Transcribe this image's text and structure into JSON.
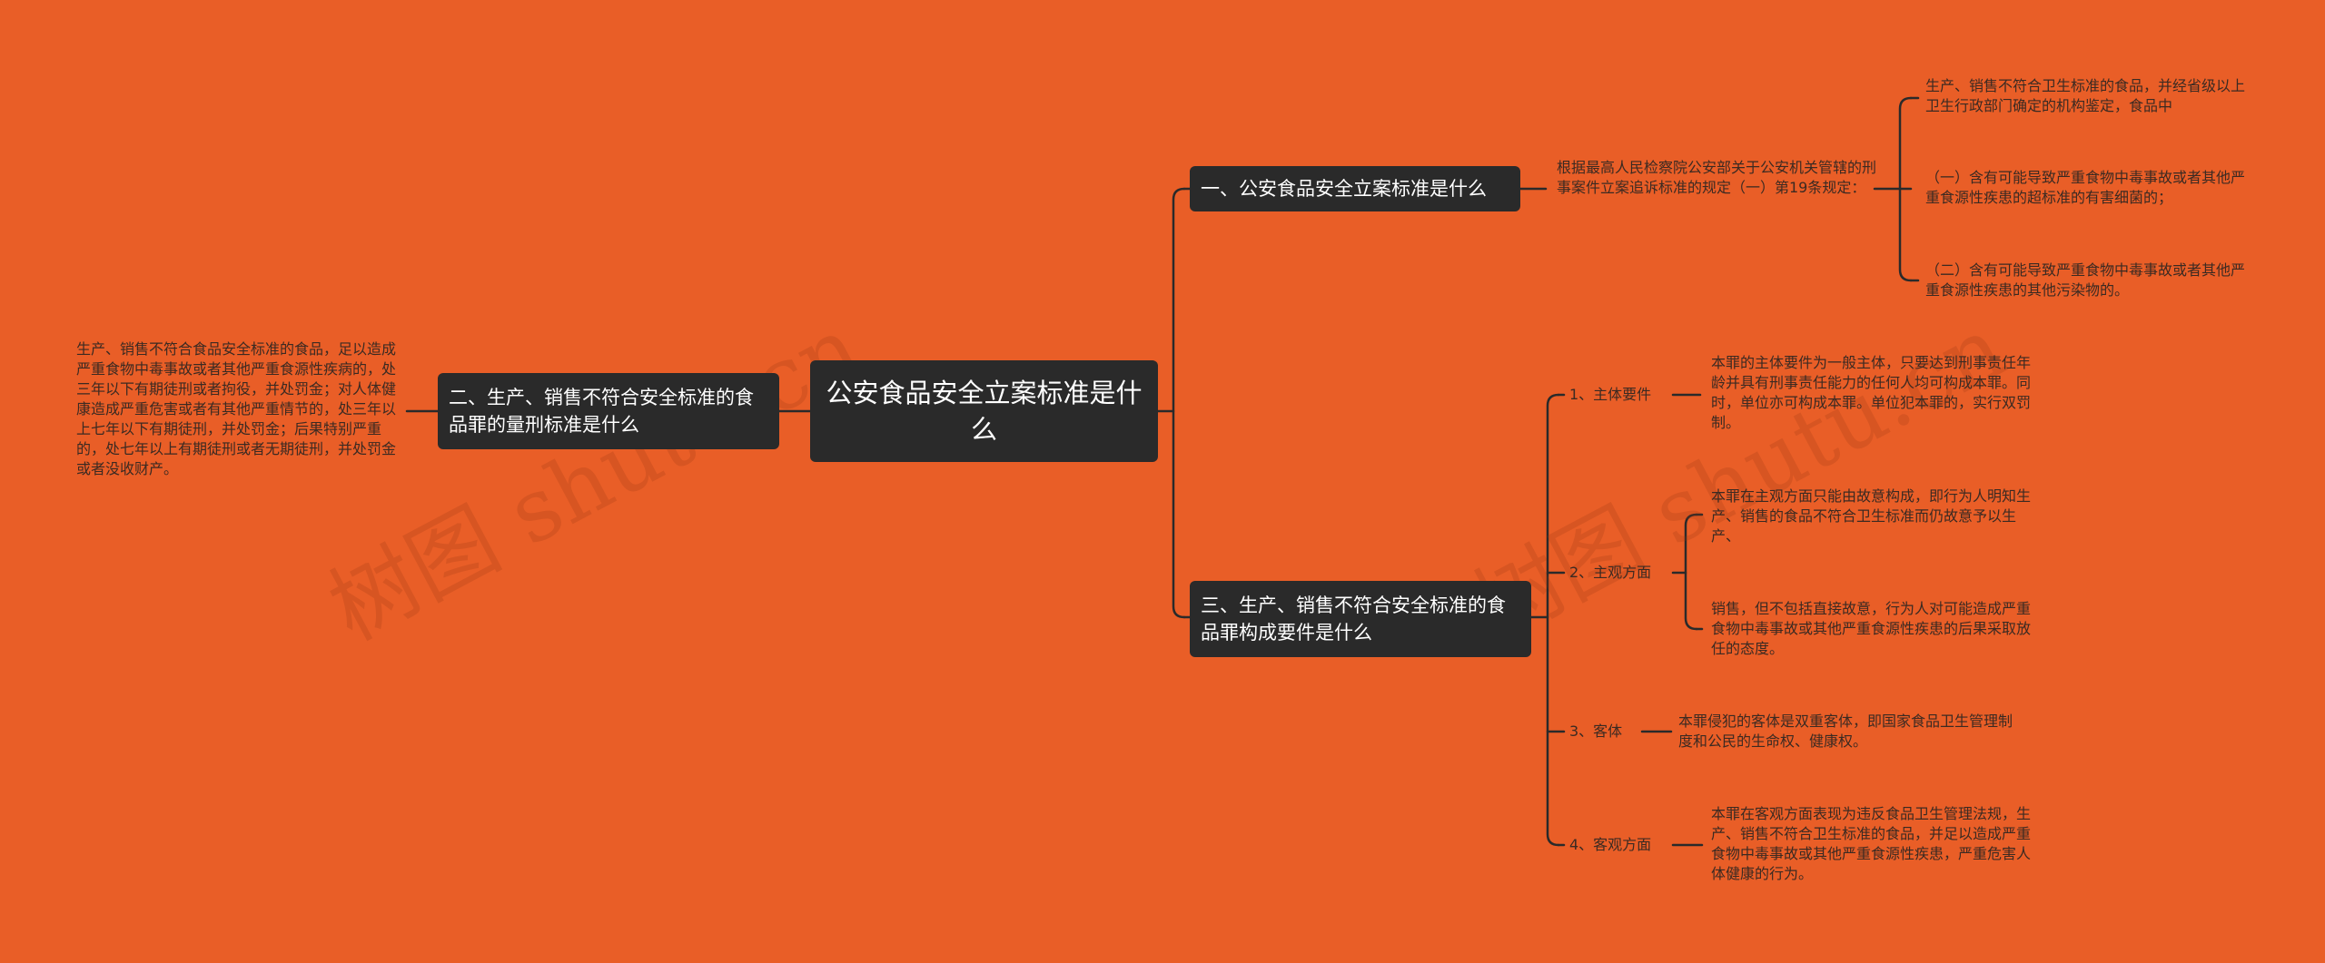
{
  "root": {
    "title": "公安食品安全立案标准是什么"
  },
  "branches": {
    "b1": {
      "title": "一、公安食品安全立案标准是什么",
      "mid": "根据最高人民检察院公安部关于公安机关管辖的刑事案件立案追诉标准的规定（一）第19条规定：",
      "leaves": [
        "生产、销售不符合卫生标准的食品，并经省级以上卫生行政部门确定的机构鉴定，食品中",
        "（一）含有可能导致严重食物中毒事故或者其他严重食源性疾患的超标准的有害细菌的；",
        "（二）含有可能导致严重食物中毒事故或者其他严重食源性疾患的其他污染物的。"
      ]
    },
    "b2": {
      "title": "二、生产、销售不符合安全标准的食品罪的量刑标准是什么",
      "leaf": "生产、销售不符合食品安全标准的食品，足以造成严重食物中毒事故或者其他严重食源性疾病的，处三年以下有期徒刑或者拘役，并处罚金；对人体健康造成严重危害或者有其他严重情节的，处三年以上七年以下有期徒刑，并处罚金；后果特别严重的，处七年以上有期徒刑或者无期徒刑，并处罚金或者没收财产。"
    },
    "b3": {
      "title": "三、生产、销售不符合安全标准的食品罪构成要件是什么",
      "items": [
        {
          "label": "1、主体要件",
          "text": "本罪的主体要件为一般主体，只要达到刑事责任年龄并具有刑事责任能力的任何人均可构成本罪。同时，单位亦可构成本罪。单位犯本罪的，实行双罚制。"
        },
        {
          "label": "2、主观方面",
          "texts": [
            "本罪在主观方面只能由故意构成，即行为人明知生产、销售的食品不符合卫生标准而仍故意予以生产、",
            "销售，但不包括直接故意，行为人对可能造成严重食物中毒事故或其他严重食源性疾患的后果采取放任的态度。"
          ]
        },
        {
          "label": "3、客体",
          "text": "本罪侵犯的客体是双重客体，即国家食品卫生管理制度和公民的生命权、健康权。"
        },
        {
          "label": "4、客观方面",
          "text": "本罪在客观方面表现为违反食品卫生管理法规，生产、销售不符合卫生标准的食品，并足以造成严重食物中毒事故或其他严重食源性疾患，严重危害人体健康的行为。"
        }
      ]
    }
  },
  "watermark": "树图 shutu.cn",
  "colors": {
    "background": "#E95E27",
    "node": "#2A2A2A",
    "line": "#2A2A2A",
    "text": "#3B2A22"
  }
}
